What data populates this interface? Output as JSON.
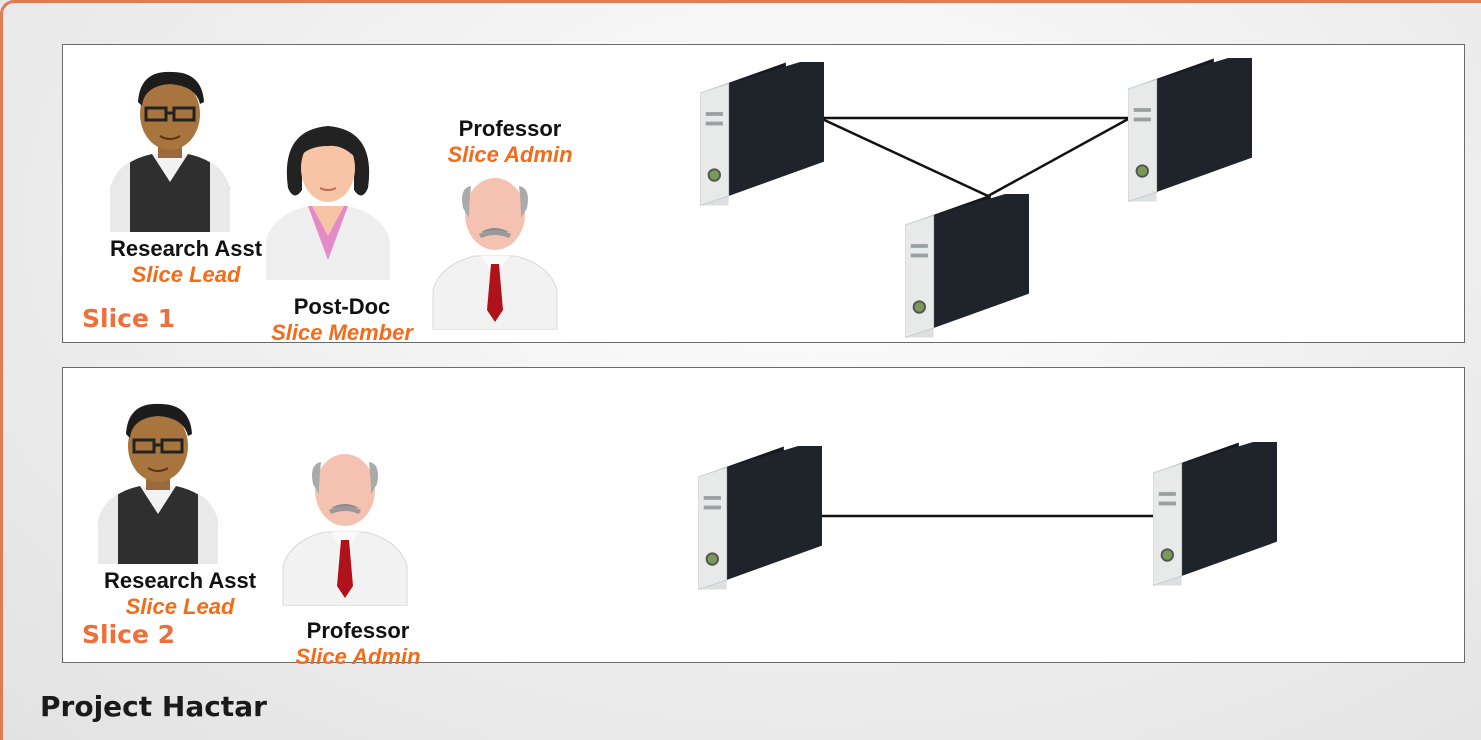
{
  "project": {
    "title": "Project Hactar"
  },
  "slice1": {
    "label": "Slice 1",
    "people": [
      {
        "name": "Research Asst",
        "role": "Slice Lead"
      },
      {
        "name": "Post-Doc",
        "role": "Slice Member"
      },
      {
        "name": "Professor",
        "role": "Slice Admin"
      }
    ]
  },
  "slice2": {
    "label": "Slice 2",
    "people": [
      {
        "name": "Research Asst",
        "role": "Slice Lead"
      },
      {
        "name": "Professor",
        "role": "Slice Admin"
      }
    ]
  },
  "colors": {
    "accent": "#ee6f3a",
    "role": "#f26c1a",
    "frame": "#e07b54"
  }
}
